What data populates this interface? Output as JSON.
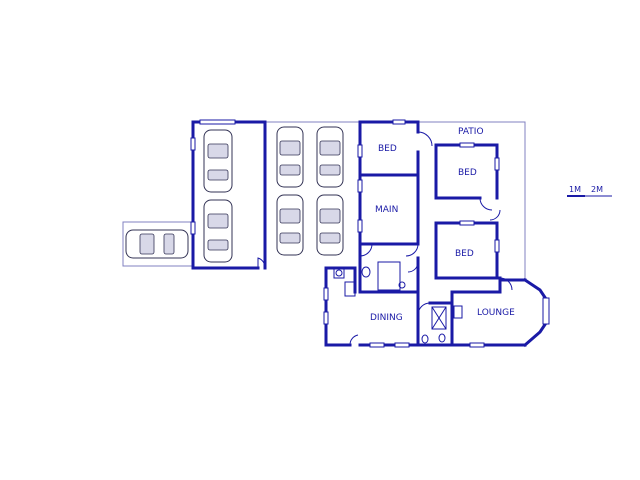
{
  "rooms": {
    "bed_1": "BED",
    "bed_2": "BED",
    "bed_3": "BED",
    "main": "MAIN",
    "patio": "PATIO",
    "dining": "DINING",
    "lounge": "LOUNGE"
  },
  "scale": {
    "label_1": "1M",
    "label_2": "2M"
  },
  "colors": {
    "wall": "#1a1aa6",
    "outline": "#8080c0"
  }
}
